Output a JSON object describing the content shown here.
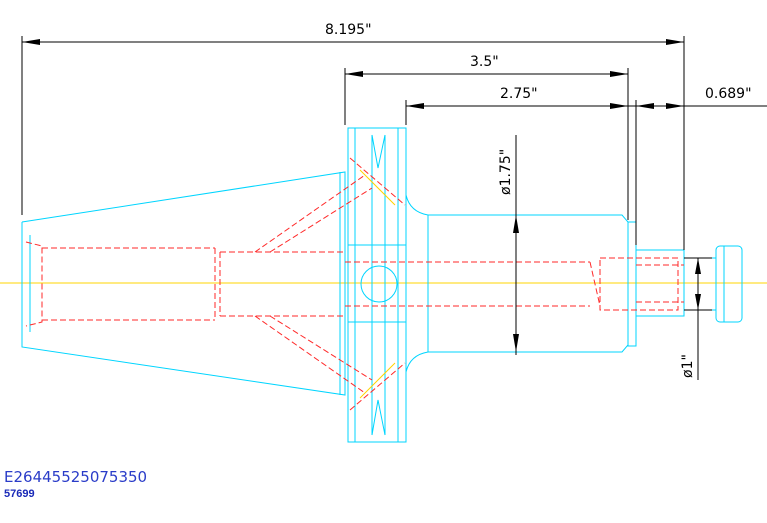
{
  "dimensions": {
    "overall_length": "8.195\"",
    "flange_to_end": "3.5\"",
    "body_length": "2.75\"",
    "tip_length": "0.689\"",
    "body_diameter": "ø1.75\"",
    "tip_diameter": "ø1\""
  },
  "part": {
    "code": "E26445525075350",
    "number": "57699"
  },
  "colors": {
    "outline": "#00d5ff",
    "hidden": "#ff2a2a",
    "centerline": "#ffd400",
    "dimension": "#000000"
  }
}
